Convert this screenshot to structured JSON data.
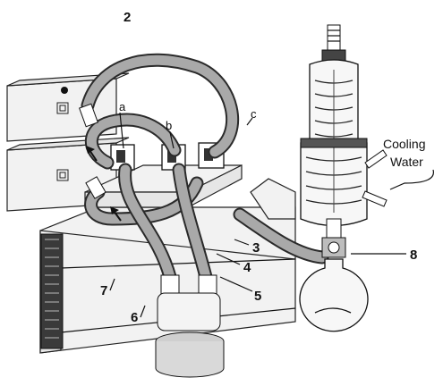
{
  "labels": {
    "n2": "2",
    "a": "a",
    "b": "b",
    "c": "c",
    "n3": "3",
    "n4": "4",
    "n5": "5",
    "n6": "6",
    "n7": "7",
    "n8": "8"
  },
  "cooling_water": {
    "line1": "Cooling",
    "line2": "Water"
  },
  "icons": {
    "flow_arrow": "arrow-up-icon",
    "faceplate_symbol": "square-symbol-icon"
  }
}
